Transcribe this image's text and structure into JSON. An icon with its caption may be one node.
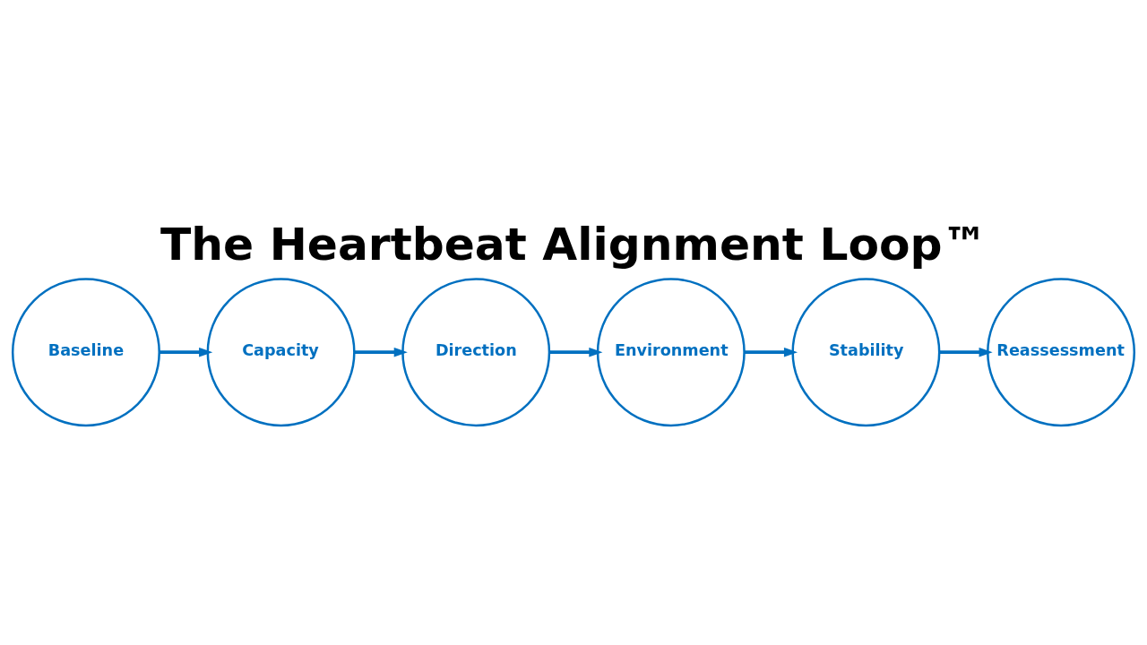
{
  "diagram": {
    "title": "The Heartbeat Alignment Loop™",
    "nodes": [
      {
        "text": [
          "Baseline"
        ]
      },
      {
        "text": [
          "Capacity"
        ]
      },
      {
        "text": [
          "Direction"
        ]
      },
      {
        "text": [
          "Environment"
        ]
      },
      {
        "text": [
          "Stability"
        ]
      },
      {
        "text": [
          "Reassessment"
        ]
      }
    ],
    "edges": [
      {
        "from": 0,
        "to": 1,
        "arrow": "to"
      },
      {
        "from": 1,
        "to": 2,
        "arrow": "to"
      },
      {
        "from": 2,
        "to": 3,
        "arrow": "to"
      },
      {
        "from": 3,
        "to": 4,
        "arrow": "to"
      },
      {
        "from": 4,
        "to": 5,
        "arrow": "to"
      }
    ]
  }
}
